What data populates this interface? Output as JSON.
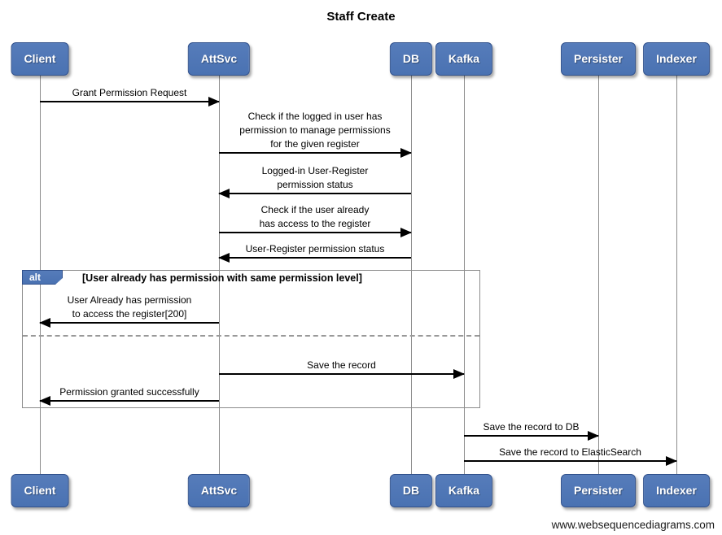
{
  "title": "Staff Create",
  "footer": "www.websequencediagrams.com",
  "colors": {
    "actor_fill": "#4a72b2",
    "actor_border": "#31518c",
    "actor_text": "#ffffff",
    "lifeline": "#8c8c8c",
    "frame_border": "#8c8c8c",
    "arrow": "#000000"
  },
  "actors": [
    {
      "label": "Client"
    },
    {
      "label": "AttSvc"
    },
    {
      "label": "DB"
    },
    {
      "label": "Kafka"
    },
    {
      "label": "Persister"
    },
    {
      "label": "Indexer"
    }
  ],
  "messages": [
    {
      "text": "Grant Permission Request",
      "from": "Client",
      "to": "AttSvc"
    },
    {
      "text": "Check if the logged in user has\npermission to manage permissions\nfor the given register",
      "from": "AttSvc",
      "to": "DB"
    },
    {
      "text": "Logged-in User-Register\npermission status",
      "from": "DB",
      "to": "AttSvc"
    },
    {
      "text": "Check if the user already\nhas access to the register",
      "from": "AttSvc",
      "to": "DB"
    },
    {
      "text": "User-Register permission status",
      "from": "DB",
      "to": "AttSvc"
    },
    {
      "text": "User Already has permission\nto access the register[200]",
      "from": "AttSvc",
      "to": "Client"
    },
    {
      "text": "Save the record",
      "from": "AttSvc",
      "to": "Kafka"
    },
    {
      "text": "Permission granted successfully",
      "from": "AttSvc",
      "to": "Client"
    },
    {
      "text": "Save the record to DB",
      "from": "Kafka",
      "to": "Persister"
    },
    {
      "text": "Save the record to ElasticSearch",
      "from": "Kafka",
      "to": "Indexer"
    }
  ],
  "alt_block": {
    "label": "alt",
    "guard": "[User already has permission with same permission level]"
  }
}
